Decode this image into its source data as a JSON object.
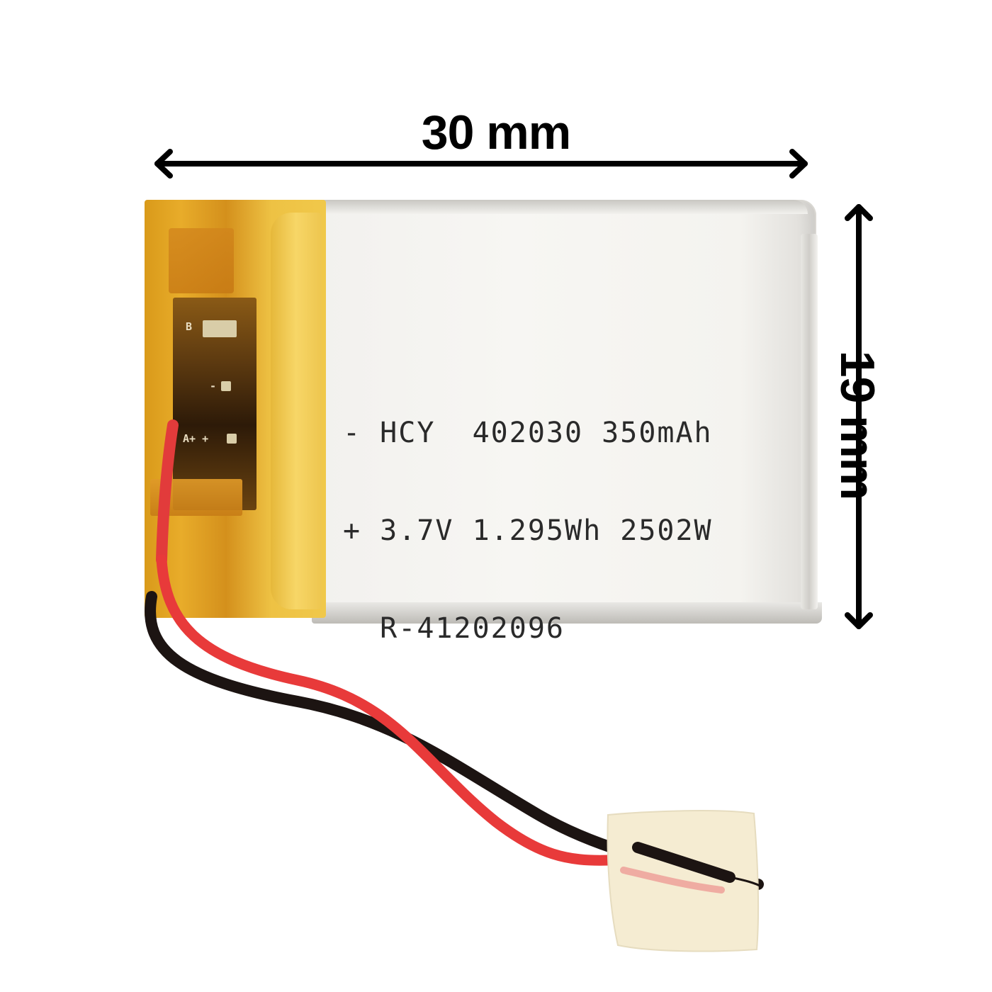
{
  "dimensions": {
    "width_label": "30 mm",
    "height_label": "19 mm"
  },
  "battery": {
    "print_lines": [
      "- HCY  402030 350mAh",
      "+ 3.7V 1.295Wh 2502W",
      "  R-41202096"
    ],
    "model": "402030",
    "brand": "HCY",
    "capacity": "350mAh",
    "voltage": "3.7V",
    "energy": "1.295Wh",
    "date_code": "2502W",
    "serial": "R-41202096",
    "pcb_labels": {
      "b": "B",
      "negative": "-",
      "positive": "A+ +"
    }
  },
  "colors": {
    "background": "#ffffff",
    "arrow": "#000000",
    "battery_silver": "#f2f1ee",
    "kapton_tape": "#e8ac2a",
    "wire_red": "#e83a3a",
    "wire_black": "#1c1412",
    "connector_tape": "#f5ecd2"
  }
}
